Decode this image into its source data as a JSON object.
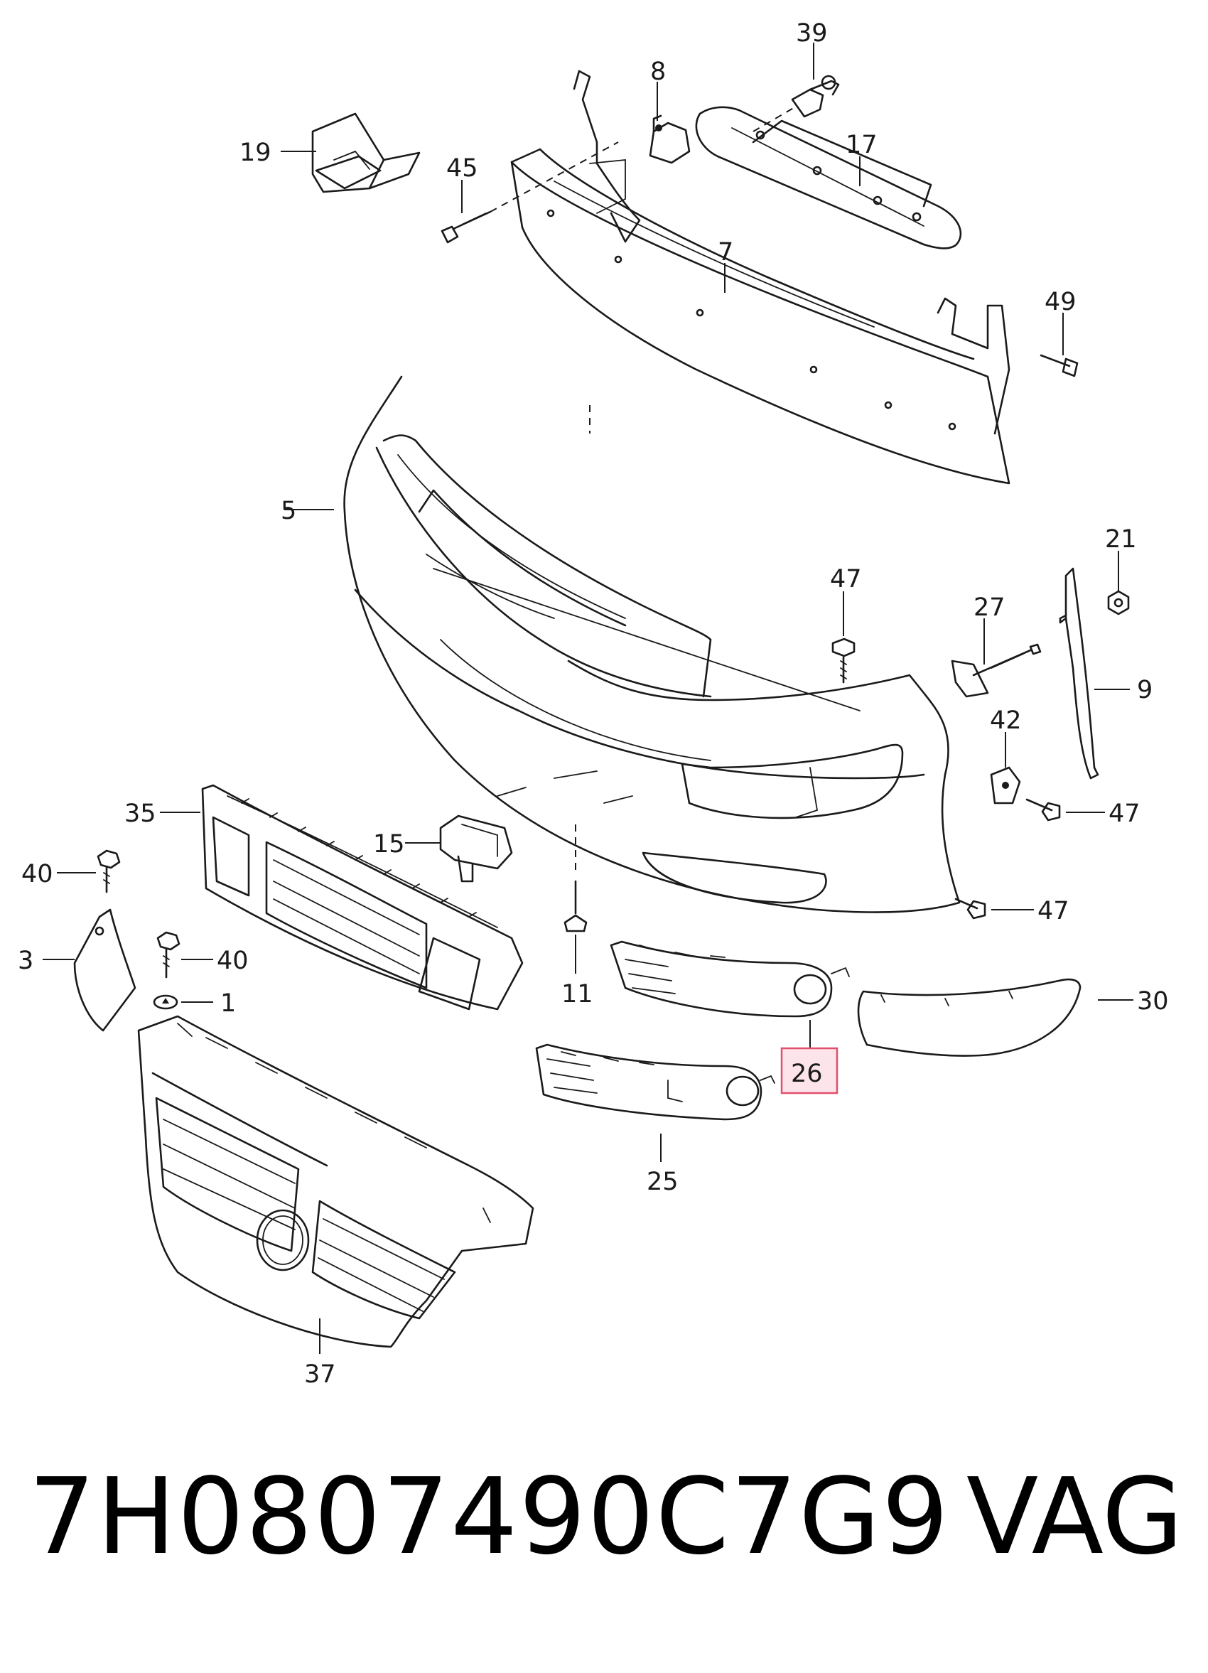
{
  "callouts": {
    "c39": "39",
    "c8": "8",
    "c17": "17",
    "c19": "19",
    "c45": "45",
    "c7": "7",
    "c49": "49",
    "c5": "5",
    "c21": "21",
    "c47a": "47",
    "c27": "27",
    "c9": "9",
    "c42": "42",
    "c47b": "47",
    "c35": "35",
    "c15": "15",
    "c40a": "40",
    "c47c": "47",
    "c3": "3",
    "c40b": "40",
    "c1": "1",
    "c11": "11",
    "c30": "30",
    "c26": "26",
    "c25": "25",
    "c37": "37"
  },
  "highlighted_callout": "26",
  "highlight_color": "#e0506e",
  "part_number": "7H0807490C7G9",
  "brand": "VAG"
}
